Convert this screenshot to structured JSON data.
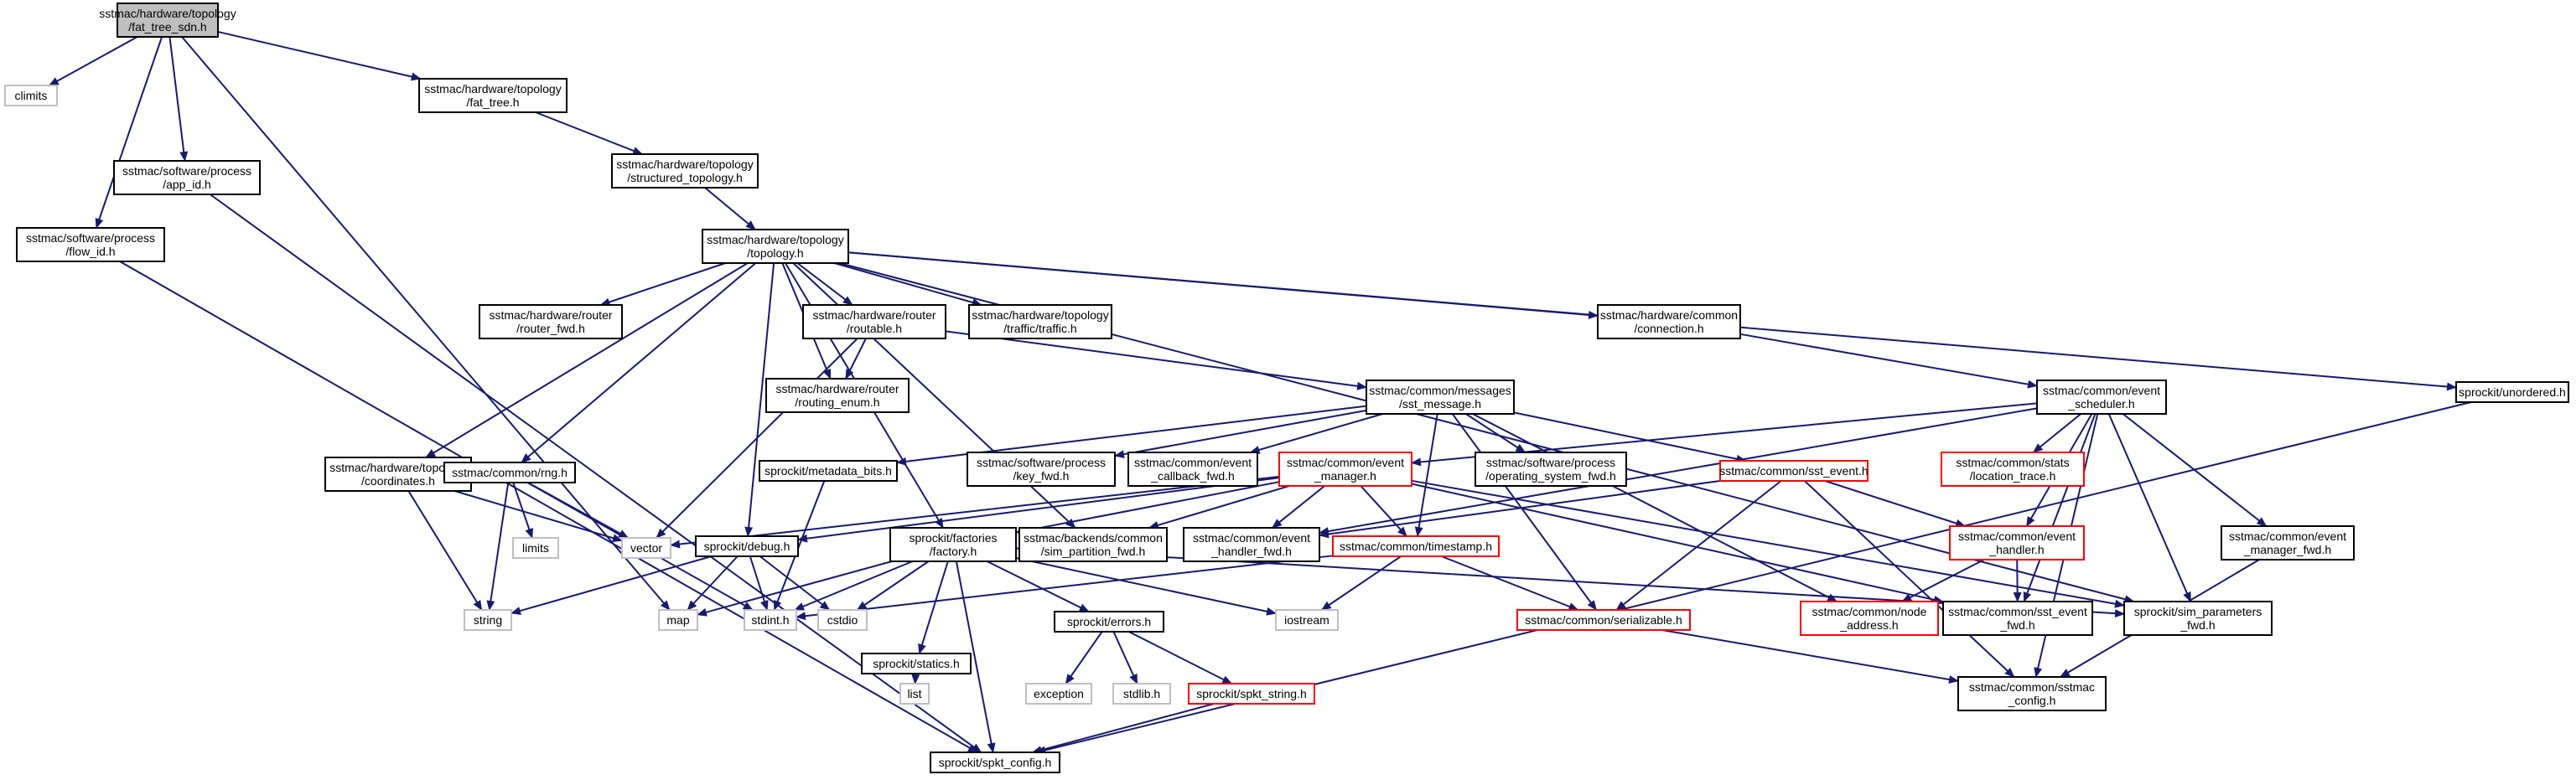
{
  "graph": {
    "edge_color": "#191970",
    "border_colors": {
      "normal": "#000000",
      "leaf": "#bfbfbf",
      "incomplete": "#ff0000",
      "root_fill": "#bfbfbf"
    },
    "nodes": [
      {
        "id": "fat_tree_sdn",
        "lines": [
          "sstmac/hardware/topology",
          "/fat_tree_sdn.h"
        ],
        "kind": "root"
      },
      {
        "id": "climits",
        "lines": [
          "climits"
        ],
        "kind": "leaf"
      },
      {
        "id": "fat_tree",
        "lines": [
          "sstmac/hardware/topology",
          "/fat_tree.h"
        ],
        "kind": "normal"
      },
      {
        "id": "app_id",
        "lines": [
          "sstmac/software/process",
          "/app_id.h"
        ],
        "kind": "normal"
      },
      {
        "id": "flow_id",
        "lines": [
          "sstmac/software/process",
          "/flow_id.h"
        ],
        "kind": "normal"
      },
      {
        "id": "structured_topology",
        "lines": [
          "sstmac/hardware/topology",
          "/structured_topology.h"
        ],
        "kind": "normal"
      },
      {
        "id": "topology",
        "lines": [
          "sstmac/hardware/topology",
          "/topology.h"
        ],
        "kind": "normal"
      },
      {
        "id": "router_fwd",
        "lines": [
          "sstmac/hardware/router",
          "/router_fwd.h"
        ],
        "kind": "normal"
      },
      {
        "id": "routable",
        "lines": [
          "sstmac/hardware/router",
          "/routable.h"
        ],
        "kind": "normal"
      },
      {
        "id": "traffic",
        "lines": [
          "sstmac/hardware/topology",
          "/traffic/traffic.h"
        ],
        "kind": "normal"
      },
      {
        "id": "connection",
        "lines": [
          "sstmac/hardware/common",
          "/connection.h"
        ],
        "kind": "normal"
      },
      {
        "id": "unordered",
        "lines": [
          "sprockit/unordered.h"
        ],
        "kind": "normal"
      },
      {
        "id": "routing_enum",
        "lines": [
          "sstmac/hardware/router",
          "/routing_enum.h"
        ],
        "kind": "normal"
      },
      {
        "id": "sst_message",
        "lines": [
          "sstmac/common/messages",
          "/sst_message.h"
        ],
        "kind": "normal"
      },
      {
        "id": "event_scheduler",
        "lines": [
          "sstmac/common/event",
          "_scheduler.h"
        ],
        "kind": "normal"
      },
      {
        "id": "coordinates",
        "lines": [
          "sstmac/hardware/topology",
          "/coordinates.h"
        ],
        "kind": "normal"
      },
      {
        "id": "rng",
        "lines": [
          "sstmac/common/rng.h"
        ],
        "kind": "normal"
      },
      {
        "id": "metadata_bits",
        "lines": [
          "sprockit/metadata_bits.h"
        ],
        "kind": "normal"
      },
      {
        "id": "key_fwd",
        "lines": [
          "sstmac/software/process",
          "/key_fwd.h"
        ],
        "kind": "normal"
      },
      {
        "id": "event_callback_fwd",
        "lines": [
          "sstmac/common/event",
          "_callback_fwd.h"
        ],
        "kind": "normal"
      },
      {
        "id": "operating_system_fwd",
        "lines": [
          "sstmac/software/process",
          "/operating_system_fwd.h"
        ],
        "kind": "normal"
      },
      {
        "id": "sst_event",
        "lines": [
          "sstmac/common/sst_event.h"
        ],
        "kind": "incomplete"
      },
      {
        "id": "location_trace",
        "lines": [
          "sstmac/common/stats",
          "/location_trace.h"
        ],
        "kind": "incomplete"
      },
      {
        "id": "event_manager",
        "lines": [
          "sstmac/common/event",
          "_manager.h"
        ],
        "kind": "incomplete"
      },
      {
        "id": "limits",
        "lines": [
          "limits"
        ],
        "kind": "leaf"
      },
      {
        "id": "vector",
        "lines": [
          "vector"
        ],
        "kind": "leaf"
      },
      {
        "id": "debug",
        "lines": [
          "sprockit/debug.h"
        ],
        "kind": "normal"
      },
      {
        "id": "factory",
        "lines": [
          "sprockit/factories",
          "/factory.h"
        ],
        "kind": "normal"
      },
      {
        "id": "sim_partition_fwd",
        "lines": [
          "sstmac/backends/common",
          "/sim_partition_fwd.h"
        ],
        "kind": "normal"
      },
      {
        "id": "event_handler_fwd",
        "lines": [
          "sstmac/common/event",
          "_handler_fwd.h"
        ],
        "kind": "normal"
      },
      {
        "id": "timestamp",
        "lines": [
          "sstmac/common/timestamp.h"
        ],
        "kind": "incomplete"
      },
      {
        "id": "event_handler",
        "lines": [
          "sstmac/common/event",
          "_handler.h"
        ],
        "kind": "incomplete"
      },
      {
        "id": "event_manager_fwd",
        "lines": [
          "sstmac/common/event",
          "_manager_fwd.h"
        ],
        "kind": "normal"
      },
      {
        "id": "string",
        "lines": [
          "string"
        ],
        "kind": "leaf"
      },
      {
        "id": "map",
        "lines": [
          "map"
        ],
        "kind": "leaf"
      },
      {
        "id": "stdint",
        "lines": [
          "stdint.h"
        ],
        "kind": "leaf"
      },
      {
        "id": "cstdio",
        "lines": [
          "cstdio"
        ],
        "kind": "leaf"
      },
      {
        "id": "iostream",
        "lines": [
          "iostream"
        ],
        "kind": "leaf"
      },
      {
        "id": "serializable",
        "lines": [
          "sstmac/common/serializable.h"
        ],
        "kind": "incomplete"
      },
      {
        "id": "node_address",
        "lines": [
          "sstmac/common/node",
          "_address.h"
        ],
        "kind": "incomplete"
      },
      {
        "id": "sst_event_fwd",
        "lines": [
          "sstmac/common/sst_event",
          "_fwd.h"
        ],
        "kind": "normal"
      },
      {
        "id": "sim_parameters_fwd",
        "lines": [
          "sprockit/sim_parameters",
          "_fwd.h"
        ],
        "kind": "normal"
      },
      {
        "id": "statics",
        "lines": [
          "sprockit/statics.h"
        ],
        "kind": "normal"
      },
      {
        "id": "errors",
        "lines": [
          "sprockit/errors.h"
        ],
        "kind": "normal"
      },
      {
        "id": "list",
        "lines": [
          "list"
        ],
        "kind": "leaf"
      },
      {
        "id": "exception",
        "lines": [
          "exception"
        ],
        "kind": "leaf"
      },
      {
        "id": "stdlib",
        "lines": [
          "stdlib.h"
        ],
        "kind": "leaf"
      },
      {
        "id": "spkt_string",
        "lines": [
          "sprockit/spkt_string.h"
        ],
        "kind": "incomplete"
      },
      {
        "id": "sstmac_config",
        "lines": [
          "sstmac/common/sstmac",
          "_config.h"
        ],
        "kind": "normal"
      },
      {
        "id": "spkt_config",
        "lines": [
          "sprockit/spkt_config.h"
        ],
        "kind": "normal"
      }
    ],
    "edges": [
      [
        "fat_tree_sdn",
        "climits"
      ],
      [
        "fat_tree_sdn",
        "fat_tree"
      ],
      [
        "fat_tree_sdn",
        "app_id"
      ],
      [
        "fat_tree_sdn",
        "flow_id"
      ],
      [
        "fat_tree_sdn",
        "map"
      ],
      [
        "fat_tree",
        "structured_topology"
      ],
      [
        "structured_topology",
        "topology"
      ],
      [
        "app_id",
        "spkt_config"
      ],
      [
        "flow_id",
        "spkt_config"
      ],
      [
        "topology",
        "router_fwd"
      ],
      [
        "topology",
        "routable"
      ],
      [
        "topology",
        "traffic"
      ],
      [
        "topology",
        "connection"
      ],
      [
        "topology",
        "unordered"
      ],
      [
        "topology",
        "routing_enum"
      ],
      [
        "topology",
        "coordinates"
      ],
      [
        "topology",
        "rng"
      ],
      [
        "topology",
        "debug"
      ],
      [
        "topology",
        "factory"
      ],
      [
        "topology",
        "sim_partition_fwd"
      ],
      [
        "topology",
        "sim_parameters_fwd"
      ],
      [
        "routable",
        "routing_enum"
      ],
      [
        "routable",
        "sst_message"
      ],
      [
        "routable",
        "vector"
      ],
      [
        "connection",
        "event_scheduler"
      ],
      [
        "unordered",
        "spkt_config"
      ],
      [
        "sst_message",
        "metadata_bits"
      ],
      [
        "sst_message",
        "key_fwd"
      ],
      [
        "sst_message",
        "event_callback_fwd"
      ],
      [
        "sst_message",
        "operating_system_fwd"
      ],
      [
        "sst_message",
        "sst_event"
      ],
      [
        "sst_message",
        "serializable"
      ],
      [
        "sst_message",
        "node_address"
      ],
      [
        "sst_message",
        "timestamp"
      ],
      [
        "event_scheduler",
        "location_trace"
      ],
      [
        "event_scheduler",
        "event_manager"
      ],
      [
        "event_scheduler",
        "event_handler"
      ],
      [
        "event_scheduler",
        "event_manager_fwd"
      ],
      [
        "event_scheduler",
        "sst_event_fwd"
      ],
      [
        "event_scheduler",
        "sim_parameters_fwd"
      ],
      [
        "event_scheduler",
        "sstmac_config"
      ],
      [
        "event_scheduler",
        "event_handler_fwd"
      ],
      [
        "coordinates",
        "vector"
      ],
      [
        "coordinates",
        "string"
      ],
      [
        "rng",
        "limits"
      ],
      [
        "rng",
        "vector"
      ],
      [
        "rng",
        "string"
      ],
      [
        "rng",
        "stdint"
      ],
      [
        "metadata_bits",
        "stdint"
      ],
      [
        "event_manager",
        "vector"
      ],
      [
        "event_manager",
        "debug"
      ],
      [
        "event_manager",
        "factory"
      ],
      [
        "event_manager",
        "sim_partition_fwd"
      ],
      [
        "event_manager",
        "event_handler_fwd"
      ],
      [
        "event_manager",
        "timestamp"
      ],
      [
        "event_manager",
        "sst_event_fwd"
      ],
      [
        "event_manager",
        "sim_parameters_fwd"
      ],
      [
        "sst_event",
        "event_handler"
      ],
      [
        "sst_event",
        "serializable"
      ],
      [
        "sst_event",
        "sstmac_config"
      ],
      [
        "sst_event",
        "event_handler_fwd"
      ],
      [
        "debug",
        "string"
      ],
      [
        "debug",
        "map"
      ],
      [
        "debug",
        "stdint"
      ],
      [
        "debug",
        "cstdio"
      ],
      [
        "factory",
        "map"
      ],
      [
        "factory",
        "stdint"
      ],
      [
        "factory",
        "cstdio"
      ],
      [
        "factory",
        "iostream"
      ],
      [
        "factory",
        "statics"
      ],
      [
        "factory",
        "errors"
      ],
      [
        "factory",
        "spkt_config"
      ],
      [
        "factory",
        "sim_parameters_fwd"
      ],
      [
        "timestamp",
        "stdint"
      ],
      [
        "timestamp",
        "iostream"
      ],
      [
        "timestamp",
        "serializable"
      ],
      [
        "event_handler",
        "node_address"
      ],
      [
        "event_handler",
        "sst_event_fwd"
      ],
      [
        "event_manager_fwd",
        "sstmac_config"
      ],
      [
        "serializable",
        "sstmac_config"
      ],
      [
        "statics",
        "list"
      ],
      [
        "errors",
        "exception"
      ],
      [
        "errors",
        "stdlib"
      ],
      [
        "errors",
        "spkt_string"
      ],
      [
        "spkt_string",
        "spkt_config"
      ]
    ]
  }
}
